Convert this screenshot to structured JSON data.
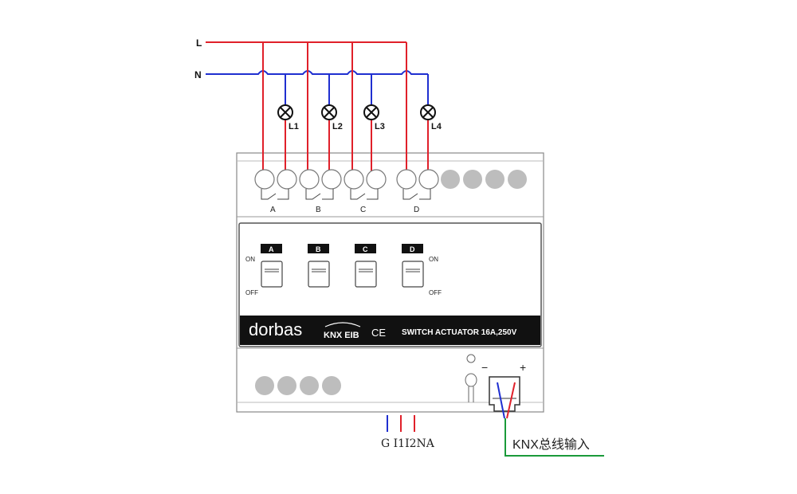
{
  "supply": {
    "line_label": "L",
    "neutral_label": "N"
  },
  "lamps": [
    {
      "label": "L1"
    },
    {
      "label": "L2"
    },
    {
      "label": "L3"
    },
    {
      "label": "L4"
    }
  ],
  "channels": [
    {
      "terminal_label": "A",
      "switch_label": "A"
    },
    {
      "terminal_label": "B",
      "switch_label": "B"
    },
    {
      "terminal_label": "C",
      "switch_label": "C"
    },
    {
      "terminal_label": "D",
      "switch_label": "D"
    }
  ],
  "switch_panel": {
    "on_label": "ON",
    "off_label": "OFF"
  },
  "device": {
    "brand": "dorbas",
    "knx_logo": "KNX EIB",
    "ce_mark": "CE",
    "model_text": "SWITCH ACTUATOR 16A,250V"
  },
  "bus": {
    "minus_label": "−",
    "plus_label": "+",
    "bus_input_label": "KNX总线输入"
  },
  "inputs": {
    "label": "G I1I2NA"
  },
  "colors": {
    "line": "#e0202a",
    "neutral": "#1f2fd0",
    "bus": "#1a9a3a",
    "terminal": "#bdbdbd"
  }
}
